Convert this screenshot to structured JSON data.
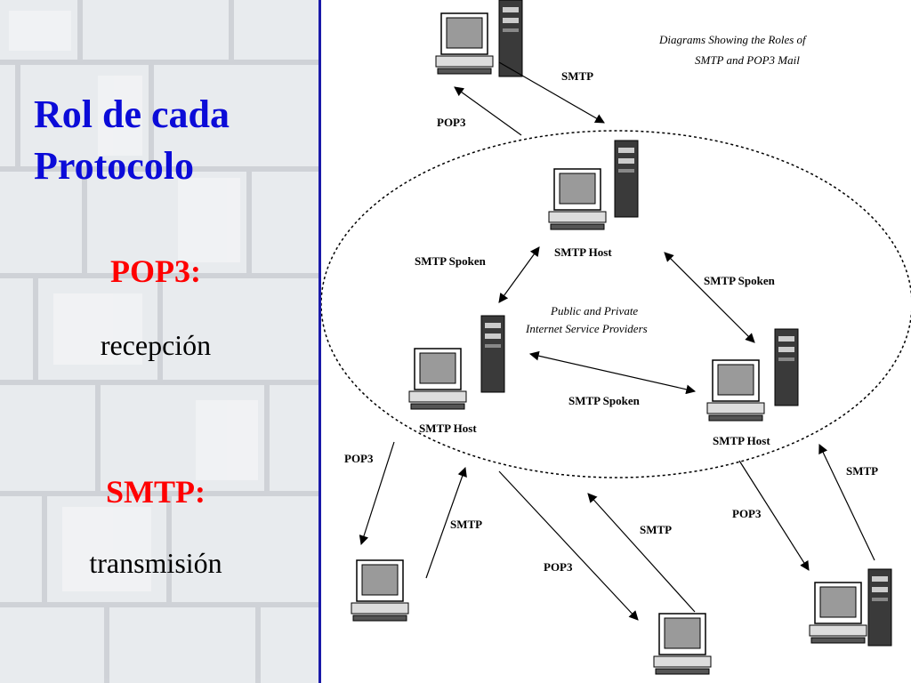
{
  "slide": {
    "title_line1": "Rol de cada",
    "title_line2": "Protocolo",
    "pop3_term": "POP3:",
    "pop3_desc": "recepción",
    "smtp_term": "SMTP:",
    "smtp_desc": "transmisión"
  },
  "diagram": {
    "caption_line1": "Diagrams Showing the Roles of",
    "caption_line2": "SMTP and POP3 Mail",
    "isp_line1": "Public and Private",
    "isp_line2": "Internet Service Providers",
    "host_label": "SMTP Host",
    "spoken_label": "SMTP Spoken",
    "smtp_label": "SMTP",
    "pop3_label": "POP3"
  },
  "colors": {
    "title": "#0b0bd8",
    "term": "#ff0000",
    "divider": "#1a1aa8"
  }
}
